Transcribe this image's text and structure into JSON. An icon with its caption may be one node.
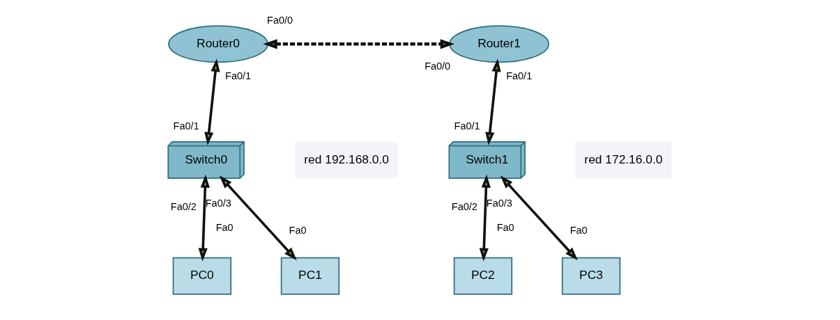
{
  "diagram": {
    "nodes": [
      {
        "text": [
          "Router0"
        ],
        "beside": [
          "Fa0/0",
          "Fa0/1"
        ]
      },
      {
        "text": [
          "Router1"
        ],
        "beside": [
          "Fa0/0",
          "Fa0/1"
        ]
      },
      {
        "text": [
          "Switch0"
        ],
        "beside": [
          "Fa0/1",
          "Fa0/2",
          "Fa0/3"
        ]
      },
      {
        "text": [
          "Switch1"
        ],
        "beside": [
          "Fa0/1",
          "Fa0/2",
          "Fa0/3"
        ]
      },
      {
        "text": [
          "PC0"
        ],
        "beside": [
          "Fa0"
        ]
      },
      {
        "text": [
          "PC1"
        ],
        "beside": [
          "Fa0"
        ]
      },
      {
        "text": [
          "PC2"
        ],
        "beside": [
          "Fa0"
        ]
      },
      {
        "text": [
          "PC3"
        ],
        "beside": [
          "Fa0"
        ]
      }
    ],
    "edges": [
      {
        "from": 0,
        "to": 1,
        "arrow": "both",
        "style": "dashed"
      },
      {
        "from": 0,
        "to": 2,
        "arrow": "both"
      },
      {
        "from": 1,
        "to": 3,
        "arrow": "both"
      },
      {
        "from": 2,
        "to": 4,
        "arrow": "both"
      },
      {
        "from": 2,
        "to": 5,
        "arrow": "both"
      },
      {
        "from": 3,
        "to": 6,
        "arrow": "both"
      },
      {
        "from": 3,
        "to": 7,
        "arrow": "both"
      }
    ],
    "labels": [
      "red 192.168.0.0",
      "red 172.16.0.0"
    ]
  }
}
